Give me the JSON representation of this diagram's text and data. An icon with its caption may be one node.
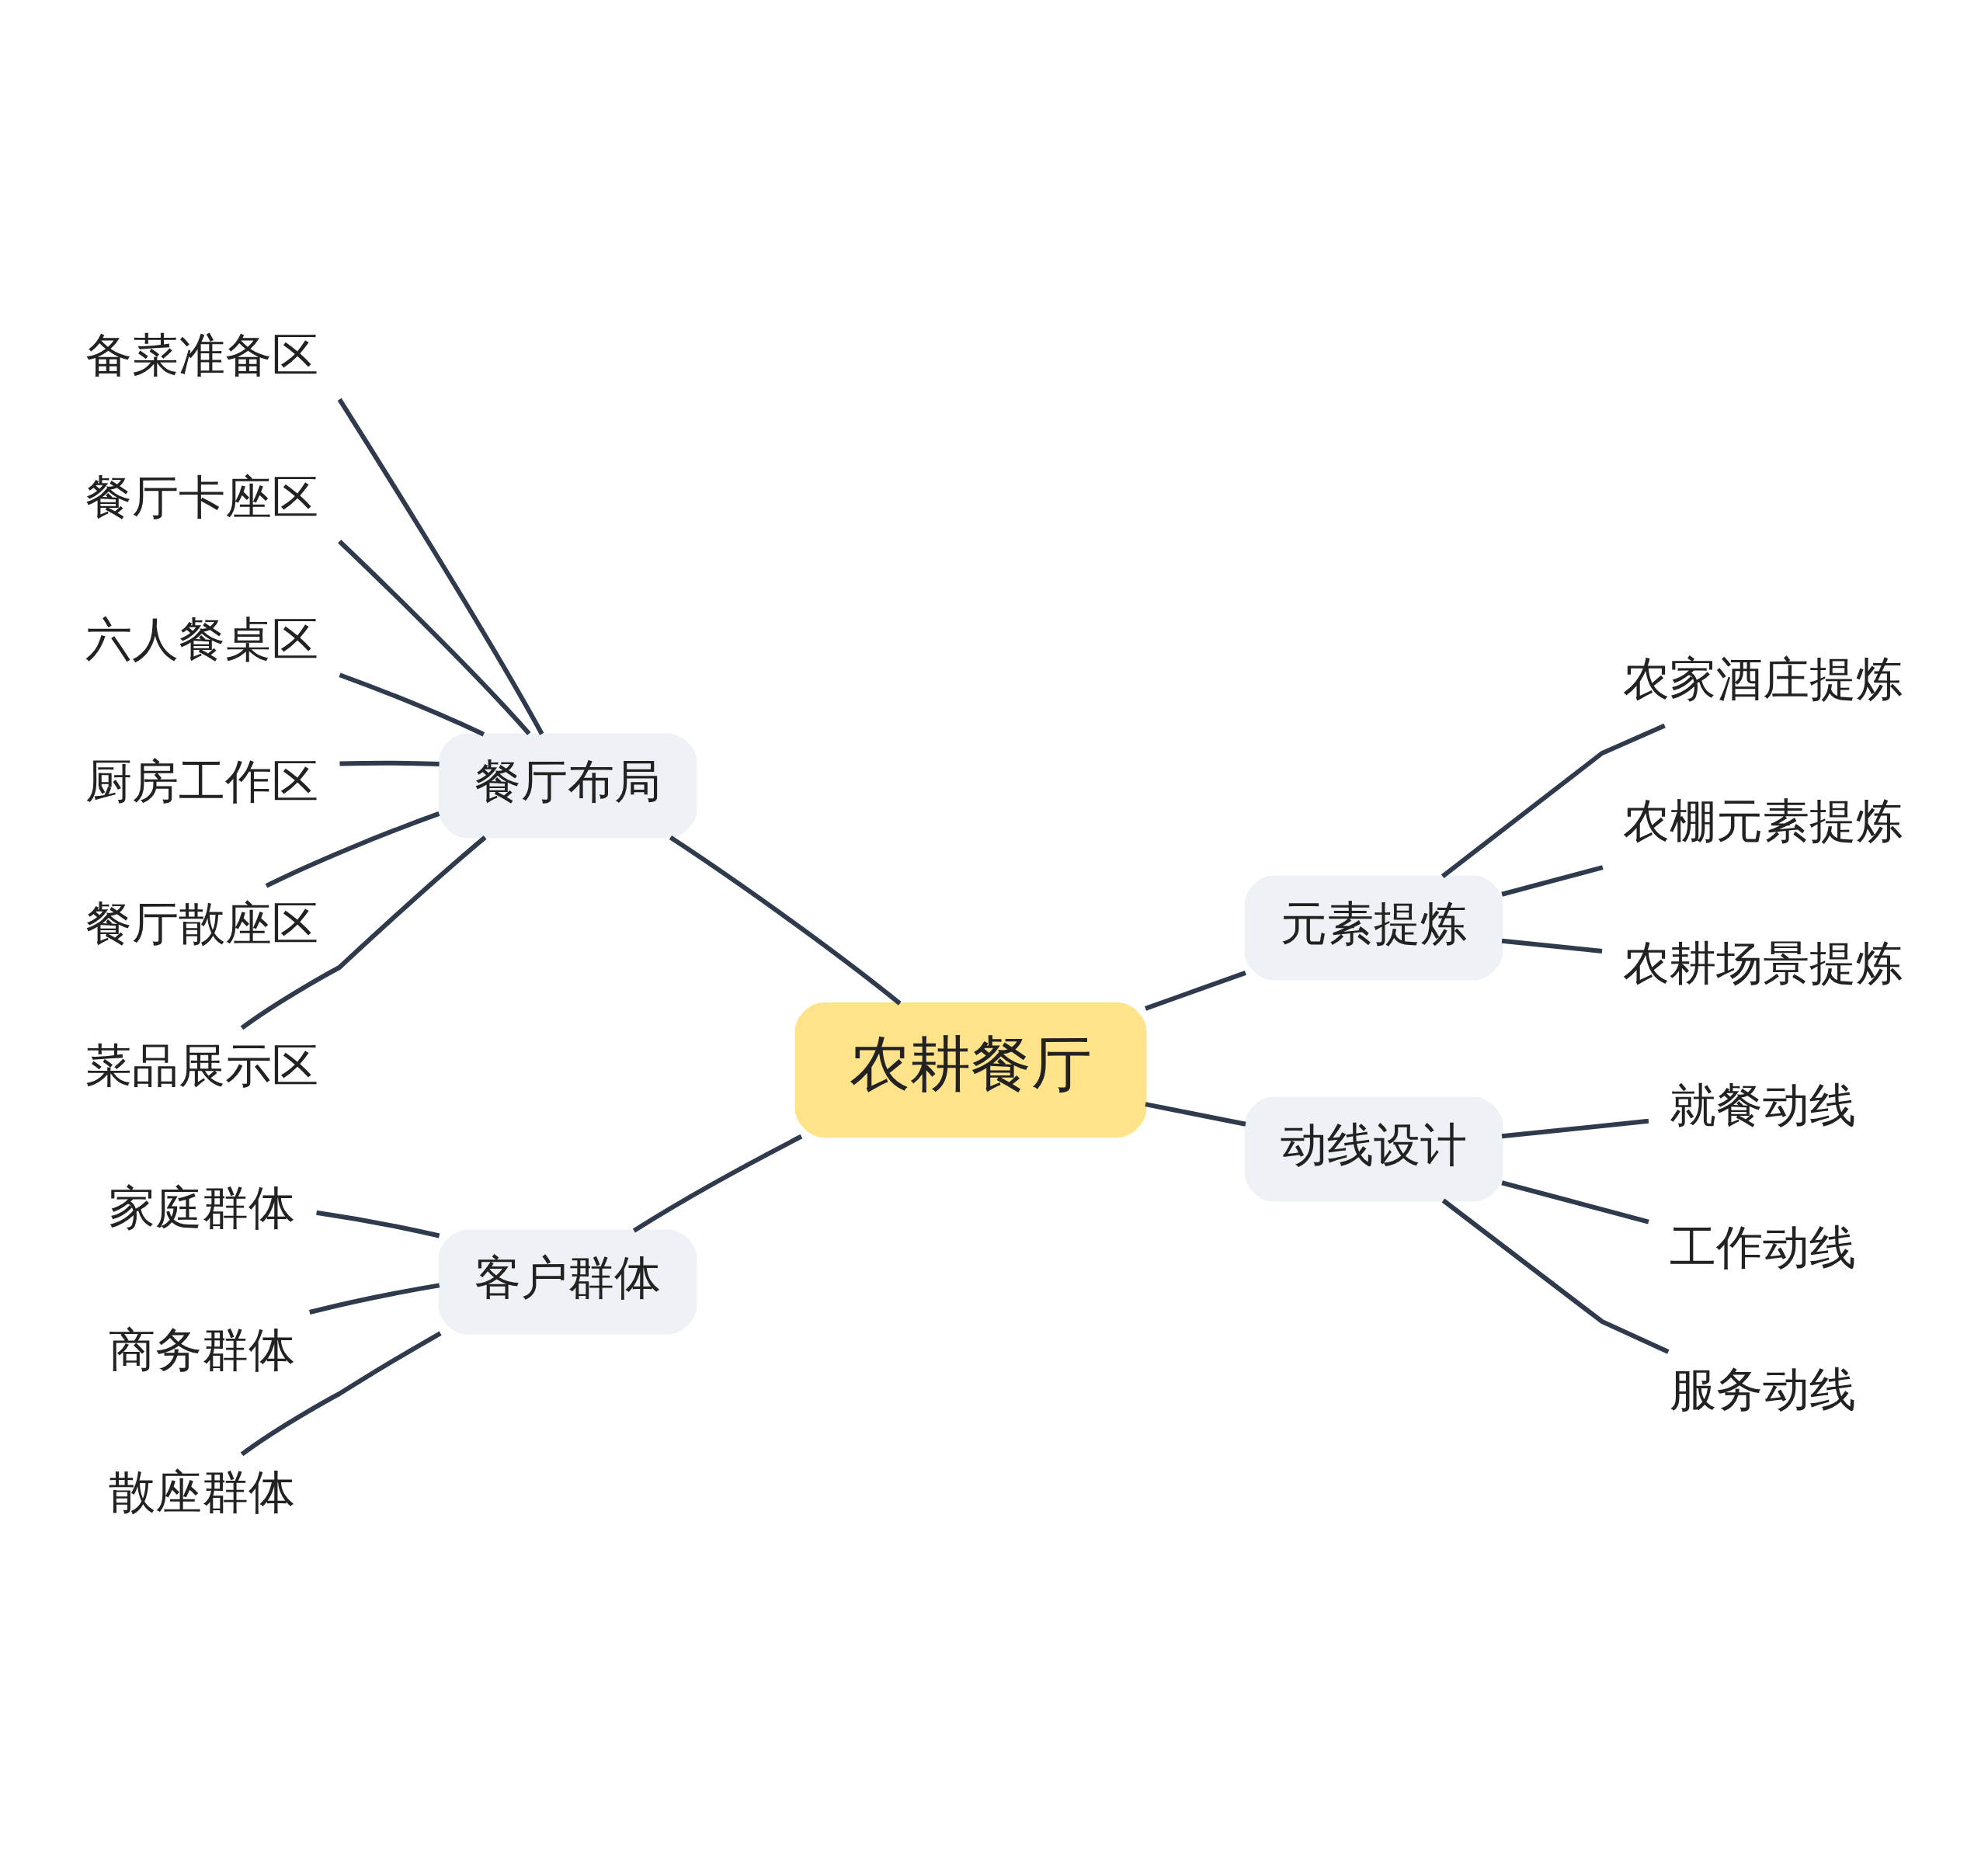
{
  "diagram": {
    "nodes": [
      {
        "text": [
          "农耕餐厅"
        ]
      },
      {
        "text": [
          "餐厅布局"
        ]
      },
      {
        "text": [
          "备菜准备区"
        ]
      },
      {
        "text": [
          "餐厅卡座区"
        ]
      },
      {
        "text": [
          "六人餐桌区"
        ]
      },
      {
        "text": [
          "厨房工作区"
        ]
      },
      {
        "text": [
          "餐厅散座区"
        ]
      },
      {
        "text": [
          "菜品展示区"
        ]
      },
      {
        "text": [
          "客户群体"
        ]
      },
      {
        "text": [
          "家庭群体"
        ]
      },
      {
        "text": [
          "商务群体"
        ]
      },
      {
        "text": [
          "散座群体"
        ]
      },
      {
        "text": [
          "元素提炼"
        ]
      },
      {
        "text": [
          "农家酒庄提炼"
        ]
      },
      {
        "text": [
          "农棚元素提炼"
        ]
      },
      {
        "text": [
          "农耕场景提炼"
        ]
      },
      {
        "text": [
          "动线设计"
        ]
      },
      {
        "text": [
          "就餐动线"
        ]
      },
      {
        "text": [
          "工作动线"
        ]
      },
      {
        "text": [
          "服务动线"
        ]
      }
    ],
    "edges": [
      {
        "from": 0,
        "to": 1,
        "arrow": "none"
      },
      {
        "from": 1,
        "to": 2,
        "arrow": "none"
      },
      {
        "from": 1,
        "to": 3,
        "arrow": "none"
      },
      {
        "from": 1,
        "to": 4,
        "arrow": "none"
      },
      {
        "from": 1,
        "to": 5,
        "arrow": "none"
      },
      {
        "from": 1,
        "to": 6,
        "arrow": "none"
      },
      {
        "from": 1,
        "to": 7,
        "arrow": "none"
      },
      {
        "from": 0,
        "to": 8,
        "arrow": "none"
      },
      {
        "from": 8,
        "to": 9,
        "arrow": "none"
      },
      {
        "from": 8,
        "to": 10,
        "arrow": "none"
      },
      {
        "from": 8,
        "to": 11,
        "arrow": "none"
      },
      {
        "from": 0,
        "to": 12,
        "arrow": "none"
      },
      {
        "from": 12,
        "to": 13,
        "arrow": "none"
      },
      {
        "from": 12,
        "to": 14,
        "arrow": "none"
      },
      {
        "from": 12,
        "to": 15,
        "arrow": "none"
      },
      {
        "from": 0,
        "to": 16,
        "arrow": "none"
      },
      {
        "from": 16,
        "to": 17,
        "arrow": "none"
      },
      {
        "from": 16,
        "to": 18,
        "arrow": "none"
      },
      {
        "from": 16,
        "to": 19,
        "arrow": "none"
      }
    ]
  }
}
